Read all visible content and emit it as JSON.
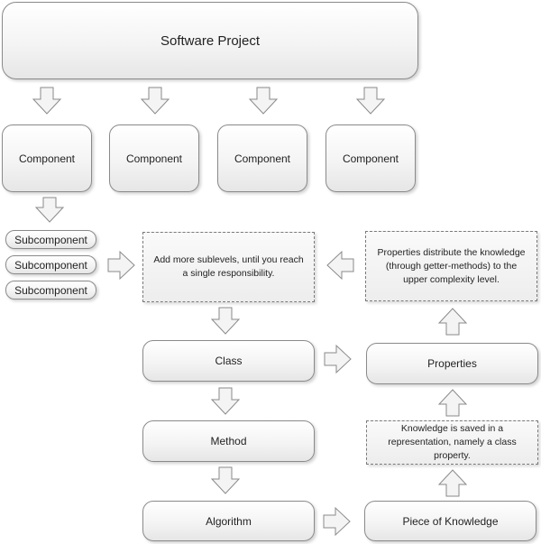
{
  "diagram": {
    "project": "Software Project",
    "components": [
      "Component",
      "Component",
      "Component",
      "Component"
    ],
    "subcomponents": [
      "Subcomponent",
      "Subcomponent",
      "Subcomponent"
    ],
    "sublevels_note": "Add more sublevels, until you reach a single responsibility.",
    "class": "Class",
    "method": "Method",
    "algorithm": "Algorithm",
    "piece_of_knowledge": "Piece of Knowledge",
    "knowledge_note": "Knowledge is saved in a representation, namely a class property.",
    "properties": "Properties",
    "properties_note": "Properties distribute the knowledge (through getter-methods) to the upper complexity level."
  }
}
